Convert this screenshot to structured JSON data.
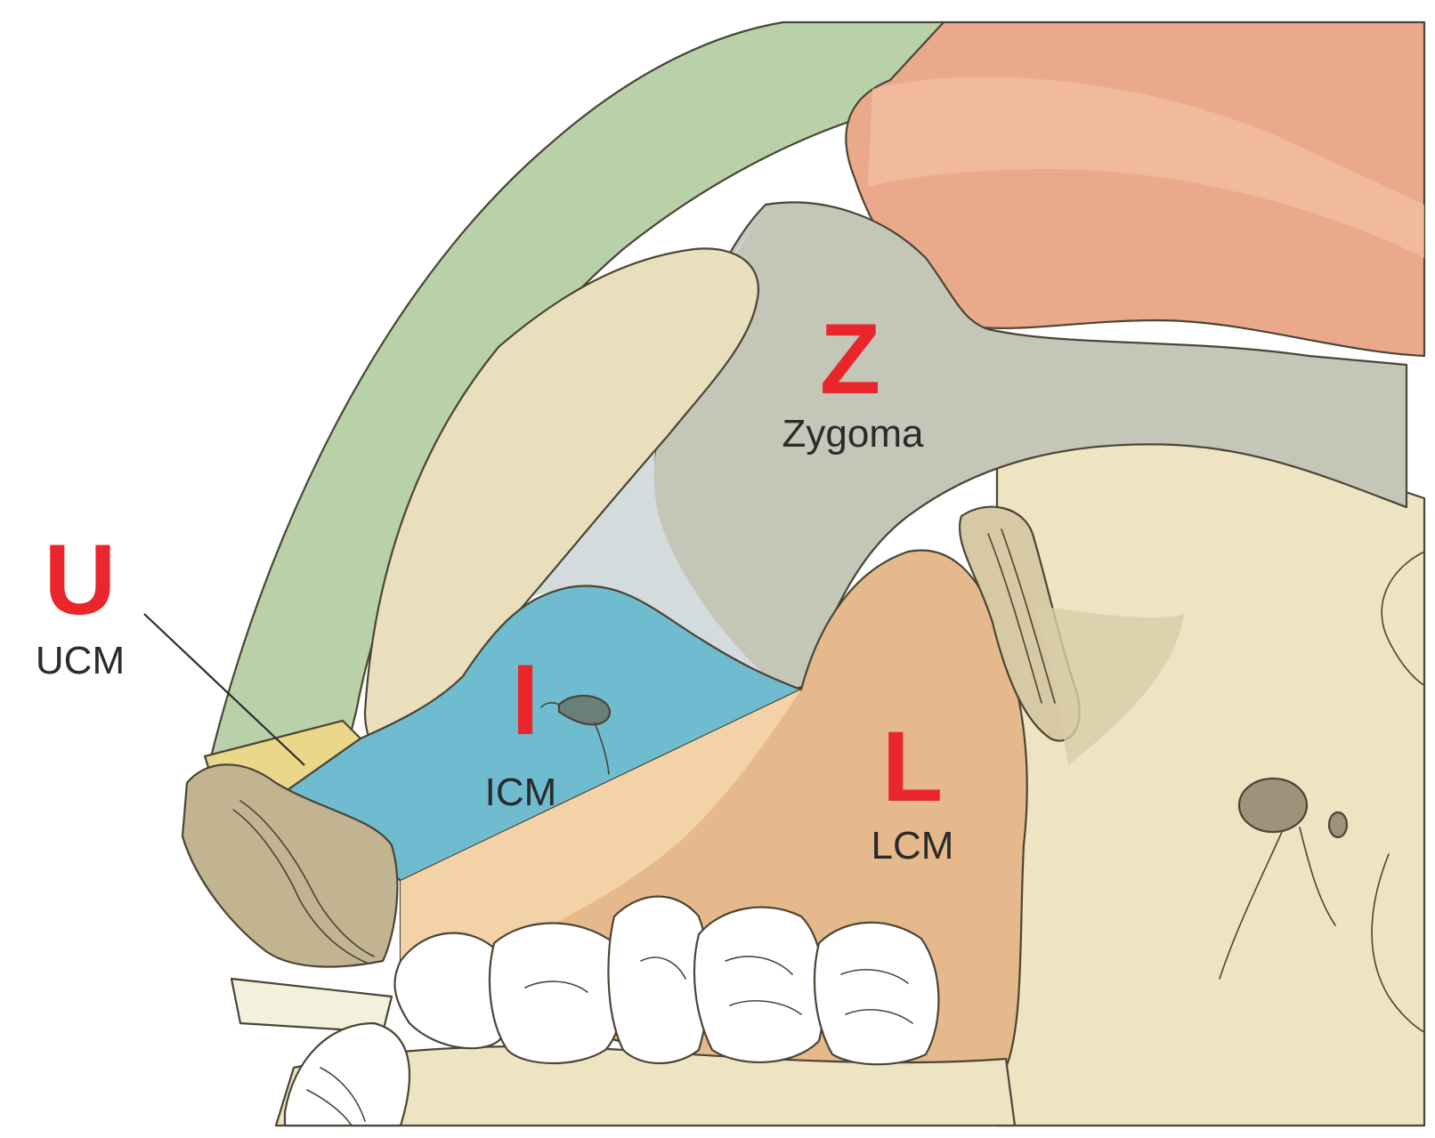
{
  "labels": {
    "zygoma": {
      "letter": "Z",
      "name": "Zygoma"
    },
    "upper": {
      "letter": "U",
      "name": "UCM"
    },
    "intermediate": {
      "letter": "I",
      "name": "ICM"
    },
    "lower": {
      "letter": "L",
      "name": "LCM"
    }
  },
  "colors": {
    "upper_region": "#ead789",
    "intermediate_region": "#6fbcd0",
    "lower_region": "#e6b98c",
    "zygoma_region": "#c4c7b8",
    "soft_tissue_green": "#b9d1a8",
    "orbit_salmon": "#eba98c",
    "letter_red": "#e8262b"
  }
}
